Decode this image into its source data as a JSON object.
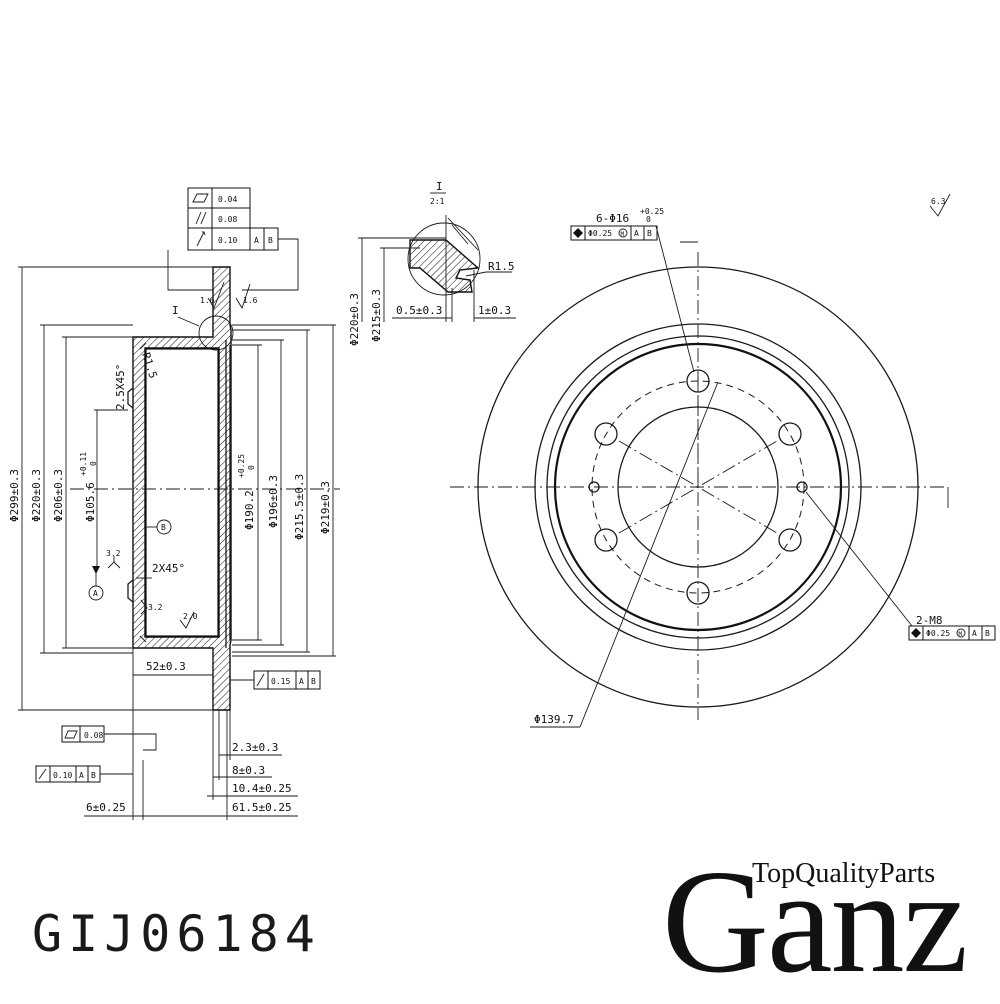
{
  "section_view": {
    "tolerance_frames": [
      {
        "symbol": "flatness-icon",
        "value": "0.04",
        "datums": []
      },
      {
        "symbol": "parallelism-icon",
        "value": "0.08",
        "datums": []
      },
      {
        "symbol": "runout-icon",
        "value": "0.10",
        "datums": [
          "A",
          "B"
        ]
      }
    ],
    "detail_marker": "I",
    "roughness": [
      "1.6",
      "1.6",
      "3.2",
      "3.2",
      "2.0"
    ],
    "chamfer_top": "2.5X45°",
    "chamfer_bottom": "2X45°",
    "radius": "R1.5",
    "datum_a": "A",
    "datum_b": "B",
    "diameters": {
      "d299": "Φ299±0.3",
      "d220": "Φ220±0.3",
      "d206": "Φ206±0.3",
      "d105": "Φ105.6",
      "d105_tol": "+0.11",
      "d105_tol_low": "0",
      "d190": "Φ190.2",
      "d190_tol": "+0.25",
      "d190_tol_low": "0",
      "d196": "Φ196±0.3",
      "d215": "Φ215.5±0.3",
      "d219": "Φ219±0.3"
    },
    "lengths": {
      "l52": "52±0.3",
      "l23": "2.3±0.3",
      "l8": "8±0.3",
      "l104": "10.4±0.25",
      "l615": "61.5±0.25",
      "l6": "6±0.25"
    },
    "bottom_frames": [
      {
        "symbol": "runout-icon",
        "value": "0.15",
        "datums": [
          "A",
          "B"
        ]
      },
      {
        "symbol": "flatness-icon",
        "value": "0.08",
        "datums": []
      },
      {
        "symbol": "runout-icon",
        "value": "0.10",
        "datums": [
          "A",
          "B"
        ]
      }
    ]
  },
  "detail_view": {
    "label_top": "I",
    "label_bottom": "2:1",
    "radius": "R1.5",
    "d220": "Φ220±0.3",
    "d215": "Φ215±0.3",
    "w05": "0.5±0.3",
    "w1": "1±0.3"
  },
  "front_view": {
    "roughness_general": "6.3",
    "holes_label": "6-Φ16",
    "holes_tol_up": "+0.25",
    "holes_tol_low": "0",
    "holes_frame": {
      "symbol": "position-icon",
      "value": "Φ0.25",
      "modifier": "M",
      "datums": [
        "A",
        "B"
      ]
    },
    "thread_label": "2-M8",
    "thread_frame": {
      "symbol": "position-icon",
      "value": "Φ0.25",
      "modifier": "M",
      "datums": [
        "A",
        "B"
      ]
    },
    "pcd": "Φ139.7"
  },
  "footer": {
    "part_code": "GIJ06184",
    "brand_tagline": "TopQualityParts",
    "brand_name": "Ganz"
  }
}
